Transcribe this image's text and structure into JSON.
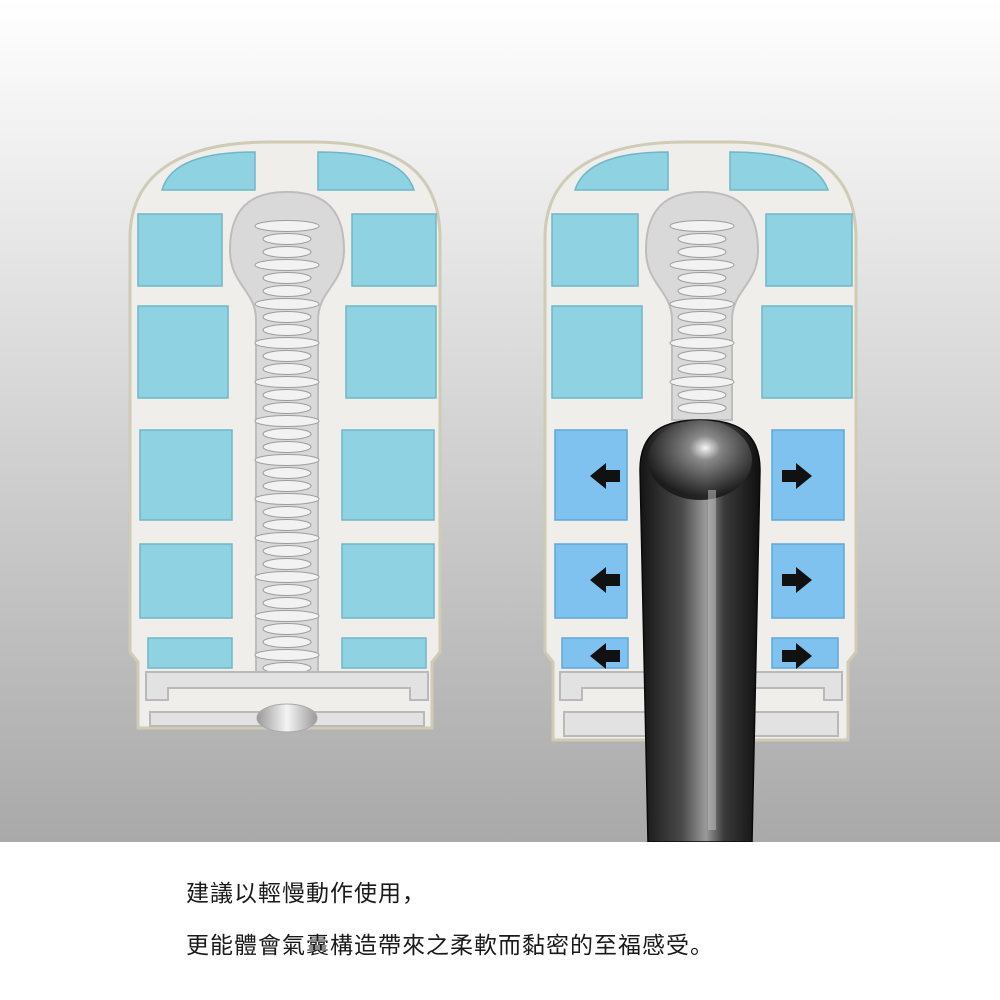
{
  "colors": {
    "background_top": "#ffffff",
    "background_bottom": "#a9a9a9",
    "chamber": "#8fd3e2",
    "chamber_pressed": "#7fc2ef",
    "frame": "#e9e9e9",
    "shell_edge": "#d9d6c2",
    "rod": "#2b2b2b",
    "arrow": "#111111"
  },
  "diagram": {
    "left_sleeve": {
      "state": "relaxed",
      "icon": "sleeve-cross-section"
    },
    "right_sleeve": {
      "state": "inserted",
      "icon": "sleeve-cross-section",
      "arrows": [
        "arrow-left-icon",
        "arrow-right-icon"
      ],
      "arrow_rows": 3
    }
  },
  "caption": {
    "line1": "建議以輕慢動作使用，",
    "line2": "更能體會氣囊構造帶來之柔軟而黏密的至福感受。"
  }
}
